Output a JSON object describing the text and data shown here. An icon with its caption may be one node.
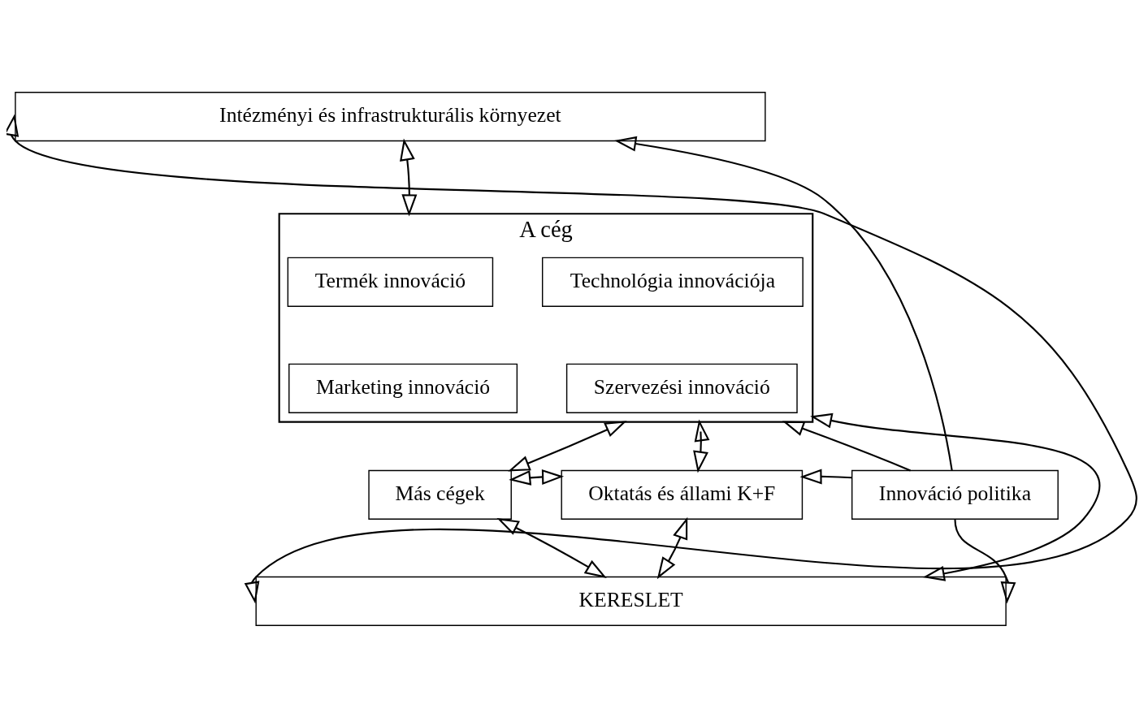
{
  "diagram": {
    "nodes": [
      {
        "text": [
          "Intézményi és infrastrukturális környezet"
        ]
      },
      {
        "text": [
          "A cég"
        ]
      },
      {
        "text": [
          "Termék innováció"
        ],
        "in": 1
      },
      {
        "text": [
          "Technológia innovációja"
        ],
        "in": 1
      },
      {
        "text": [
          "Marketing innováció"
        ],
        "in": 1
      },
      {
        "text": [
          "Szervezési innováció"
        ],
        "in": 1
      },
      {
        "text": [
          "Más cégek"
        ]
      },
      {
        "text": [
          "Oktatás és állami K+F"
        ]
      },
      {
        "text": [
          "Innováció politika"
        ]
      },
      {
        "text": [
          "KERESLET"
        ]
      }
    ],
    "edges": [
      {
        "from": 0,
        "to": 9,
        "arrow": "both"
      },
      {
        "from": 0,
        "to": 1,
        "arrow": "both"
      },
      {
        "from": 8,
        "to": 0,
        "arrow": "to"
      },
      {
        "from": 1,
        "to": 6,
        "arrow": "both"
      },
      {
        "from": 6,
        "to": 7,
        "arrow": "both"
      },
      {
        "from": 1,
        "to": 9,
        "arrow": "both"
      },
      {
        "from": 1,
        "to": 7,
        "arrow": "both"
      },
      {
        "from": 8,
        "to": 1,
        "arrow": "to"
      },
      {
        "from": 8,
        "to": 7,
        "arrow": "to"
      },
      {
        "from": 6,
        "to": 9,
        "arrow": "both"
      },
      {
        "from": 7,
        "to": 9,
        "arrow": "both"
      },
      {
        "from": 8,
        "to": 9,
        "arrow": "to"
      }
    ]
  }
}
